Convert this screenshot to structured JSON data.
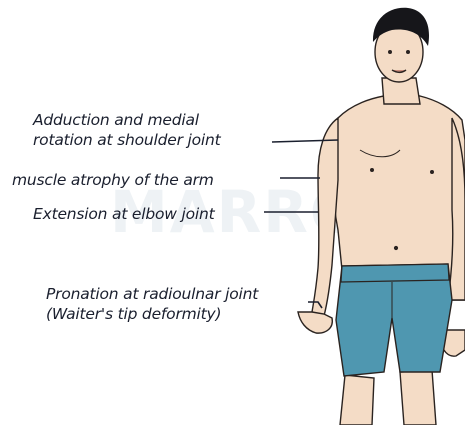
{
  "annotations": [
    {
      "id": "adduction",
      "lines": [
        "Adduction and medial",
        "rotation at shoulder joint"
      ]
    },
    {
      "id": "atrophy",
      "lines": [
        "muscle atrophy of the arm"
      ]
    },
    {
      "id": "extension",
      "lines": [
        "Extension at elbow joint"
      ]
    },
    {
      "id": "pronation",
      "lines": [
        "Pronation at radioulnar joint",
        "(Waiter's tip deformity)"
      ]
    }
  ],
  "watermark": "MARROW",
  "colors": {
    "ink": "#1a1f2e",
    "skin": "#f4dcc6",
    "shorts": "#4f97b0",
    "hair": "#16161a",
    "watermark": "#eef2f5"
  }
}
